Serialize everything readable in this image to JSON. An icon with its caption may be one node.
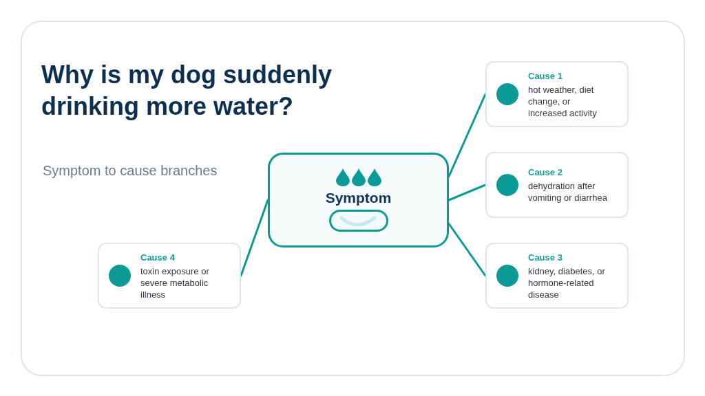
{
  "diagram": {
    "title": "Why is my dog suddenly drinking more water?",
    "nodes": [
      {
        "text": [
          "Symptom"
        ]
      },
      {
        "text": [
          "Cause 1",
          "hot weather, diet change, or increased activity"
        ]
      },
      {
        "text": [
          "Cause 2",
          "dehydration after vomiting or diarrhea"
        ]
      },
      {
        "text": [
          "Cause 3",
          "kidney, diabetes, or hormone-related disease"
        ]
      },
      {
        "text": [
          "Cause 4",
          "toxin exposure or severe metabolic illness"
        ]
      }
    ],
    "edges": [
      {
        "from": 0,
        "to": 1,
        "arrow": "none"
      },
      {
        "from": 0,
        "to": 2,
        "arrow": "none"
      },
      {
        "from": 0,
        "to": 3,
        "arrow": "none"
      },
      {
        "from": 0,
        "to": 4,
        "arrow": "none"
      }
    ],
    "labels": [
      "Symptom to cause branches"
    ]
  }
}
